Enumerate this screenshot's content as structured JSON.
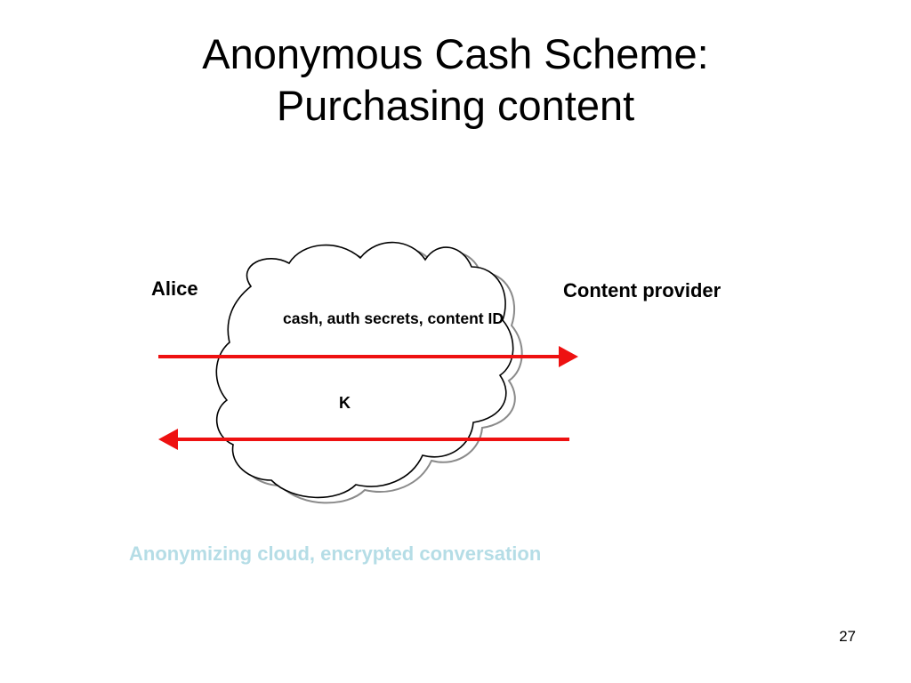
{
  "slide": {
    "title_line1": "Anonymous Cash Scheme:",
    "title_line2": "Purchasing content",
    "page_number": "27"
  },
  "diagram": {
    "left_party": "Alice",
    "right_party": "Content provider",
    "forward_message": "cash, auth secrets, content ID",
    "return_message": "K",
    "cloud_caption": "Anonymizing cloud, encrypted conversation",
    "arrow_color": "#ee1111",
    "caption_color": "#b5dde6"
  }
}
